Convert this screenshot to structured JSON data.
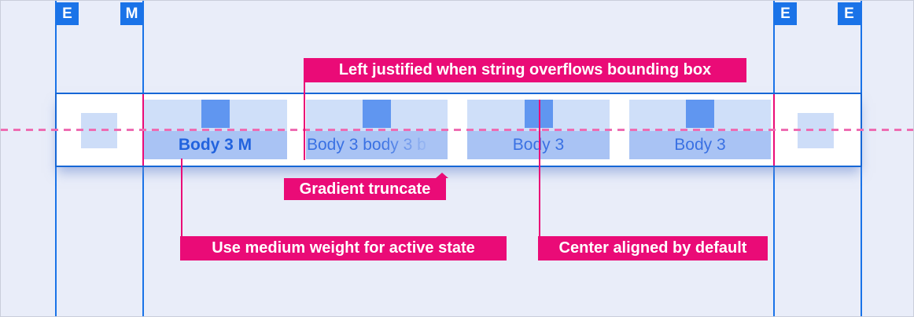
{
  "colors": {
    "background": "#e9edf9",
    "accent_blue": "#1a73e8",
    "band_border_blue": "#1667d6",
    "icon_area_blue": "#cfdff9",
    "label_area_blue": "#a9c3f4",
    "icon_square_blue": "#6096f0",
    "tab_text_blue": "#3a71e3",
    "active_tab_text_blue": "#2263de",
    "annotation_pink": "#ea0b77",
    "dashed_line_pink": "#ee6cb2"
  },
  "margin_markers": [
    {
      "label": "E"
    },
    {
      "label": "M"
    },
    {
      "label": "E"
    },
    {
      "label": "E"
    }
  ],
  "tab_bar": {
    "tabs": [
      {
        "label": "Body 3 M",
        "state": "active",
        "alignment": "center",
        "weight": "medium"
      },
      {
        "label": "Body 3 body 3 b",
        "state": "inactive",
        "alignment": "left",
        "truncation": "gradient"
      },
      {
        "label": "Body 3",
        "state": "inactive",
        "alignment": "center"
      },
      {
        "label": "Body 3",
        "state": "inactive",
        "alignment": "center"
      }
    ]
  },
  "annotations": {
    "left_justified": {
      "text": "Left justified when string overflows bounding box"
    },
    "gradient_truncate": {
      "text": "Gradient truncate"
    },
    "medium_weight": {
      "text": "Use medium weight for active state"
    },
    "center_aligned": {
      "text": "Center aligned by default"
    }
  }
}
